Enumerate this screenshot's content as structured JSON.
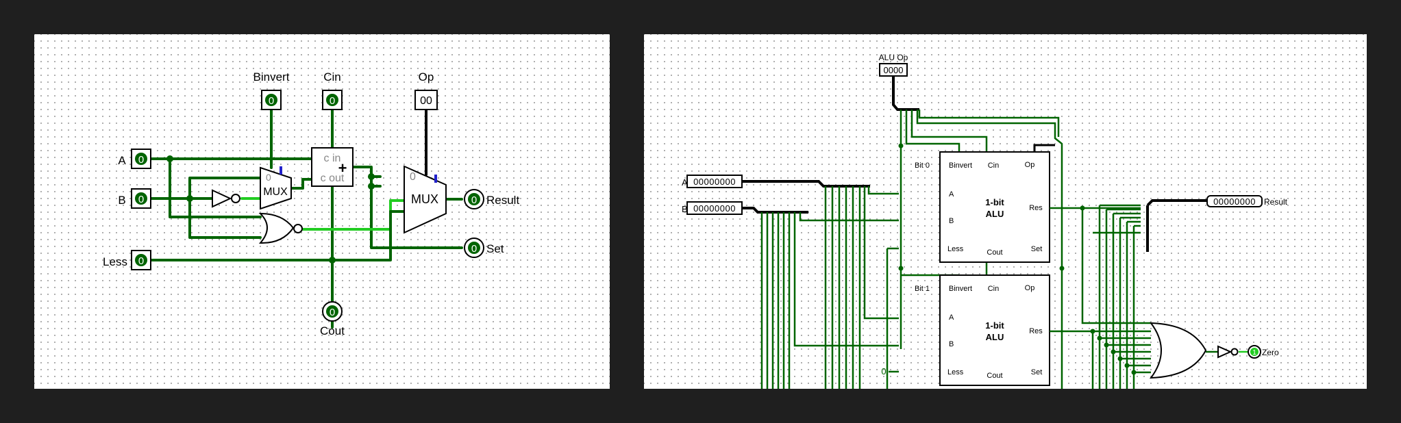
{
  "left_circuit": {
    "pins": {
      "binvert": {
        "label": "Binvert",
        "value": "0"
      },
      "cin": {
        "label": "Cin",
        "value": "0"
      },
      "op": {
        "label": "Op",
        "value": "00"
      },
      "a": {
        "label": "A",
        "value": "0"
      },
      "b": {
        "label": "B",
        "value": "0"
      },
      "less": {
        "label": "Less",
        "value": "0"
      },
      "result": {
        "label": "Result",
        "value": "0"
      },
      "set": {
        "label": "Set",
        "value": "0"
      },
      "cout": {
        "label": "Cout",
        "value": "0"
      }
    },
    "mux_small": {
      "label": "MUX",
      "sel0": "0"
    },
    "mux_big": {
      "label": "MUX",
      "sel0": "0"
    },
    "adder": {
      "cin_label": "c in",
      "cout_label": "c out",
      "symbol": "+"
    }
  },
  "right_circuit": {
    "alu_op": {
      "label": "ALU Op",
      "value": "0000"
    },
    "input_a": {
      "label": "A",
      "value": "00000000"
    },
    "input_b": {
      "label": "B",
      "value": "00000000"
    },
    "result": {
      "label": "Result",
      "value": "00000000"
    },
    "zero": {
      "label": "Zero",
      "value": "1"
    },
    "less_const": "0",
    "bits": [
      {
        "name": "Bit 0",
        "title_l1": "1-bit",
        "title_l2": "ALU",
        "binvert": "Binvert",
        "cin": "Cin",
        "op": "Op",
        "a": "A",
        "b": "B",
        "res": "Res",
        "less": "Less",
        "cout": "Cout",
        "set": "Set"
      },
      {
        "name": "Bit 1",
        "title_l1": "1-bit",
        "title_l2": "ALU",
        "binvert": "Binvert",
        "cin": "Cin",
        "op": "Op",
        "a": "A",
        "b": "B",
        "res": "Res",
        "less": "Less",
        "cout": "Cout",
        "set": "Set"
      }
    ]
  },
  "colors": {
    "wire_dark": "#006400",
    "wire_bright": "#22cc22",
    "wire_bus": "#000000",
    "pin_green": "#006400",
    "select_blue": "#2222cc"
  }
}
